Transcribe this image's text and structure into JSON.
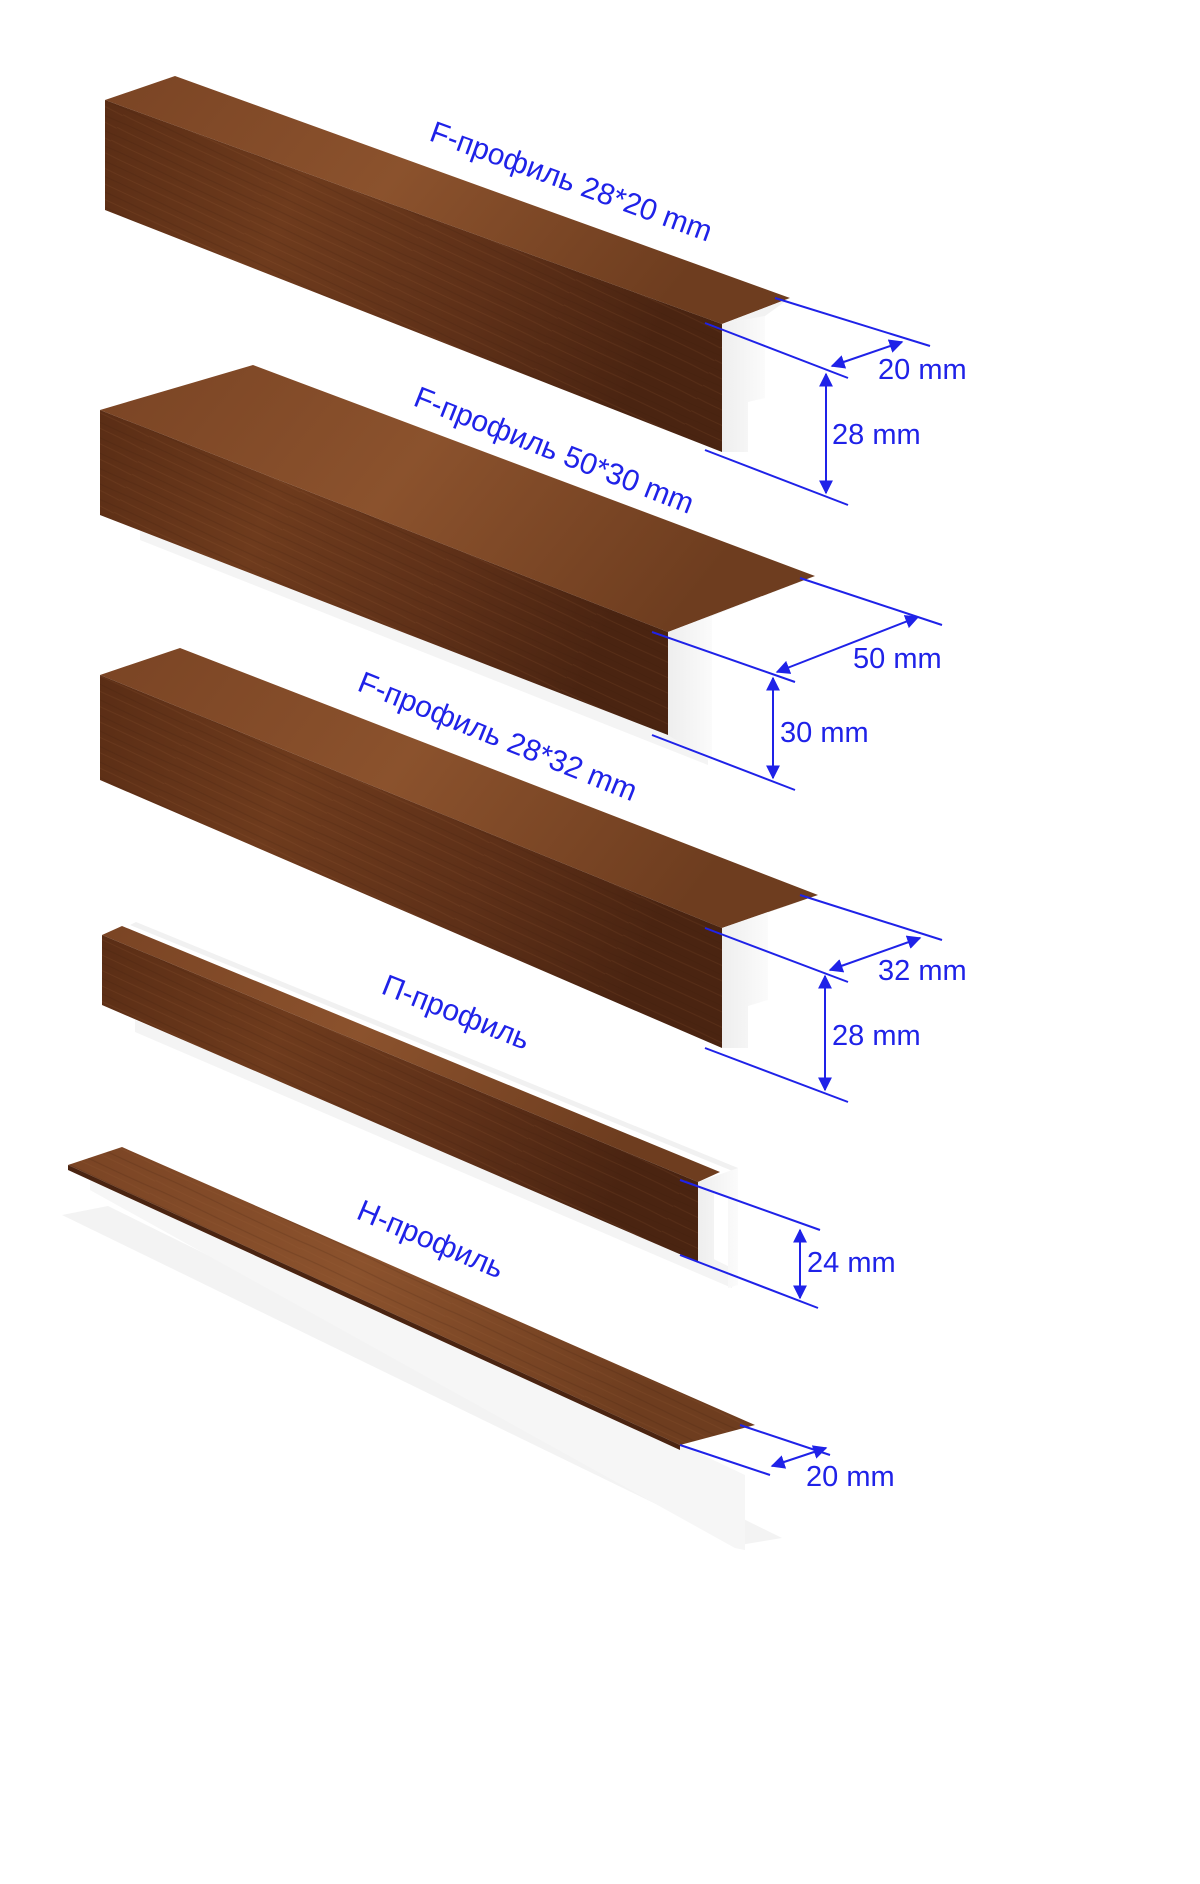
{
  "colors": {
    "annotation": "#1f22e8",
    "wood_dark": "#4a2512",
    "wood_mid": "#6b3a1e",
    "wood_light": "#8a5330",
    "plastic": "#f7f7f7"
  },
  "profiles": [
    {
      "id": "f-28-20",
      "label": "F-профиль 28*20 mm",
      "dimensions": [
        "20 mm",
        "28 mm"
      ]
    },
    {
      "id": "f-50-30",
      "label": "F-профиль 50*30 mm",
      "dimensions": [
        "50 mm",
        "30 mm"
      ]
    },
    {
      "id": "f-28-32",
      "label": "F-профиль 28*32 mm",
      "dimensions": [
        "32 mm",
        "28 mm"
      ]
    },
    {
      "id": "p",
      "label": "П-профиль",
      "dimensions": [
        "24 mm"
      ]
    },
    {
      "id": "h",
      "label": "H-профиль",
      "dimensions": [
        "20 mm"
      ]
    }
  ]
}
